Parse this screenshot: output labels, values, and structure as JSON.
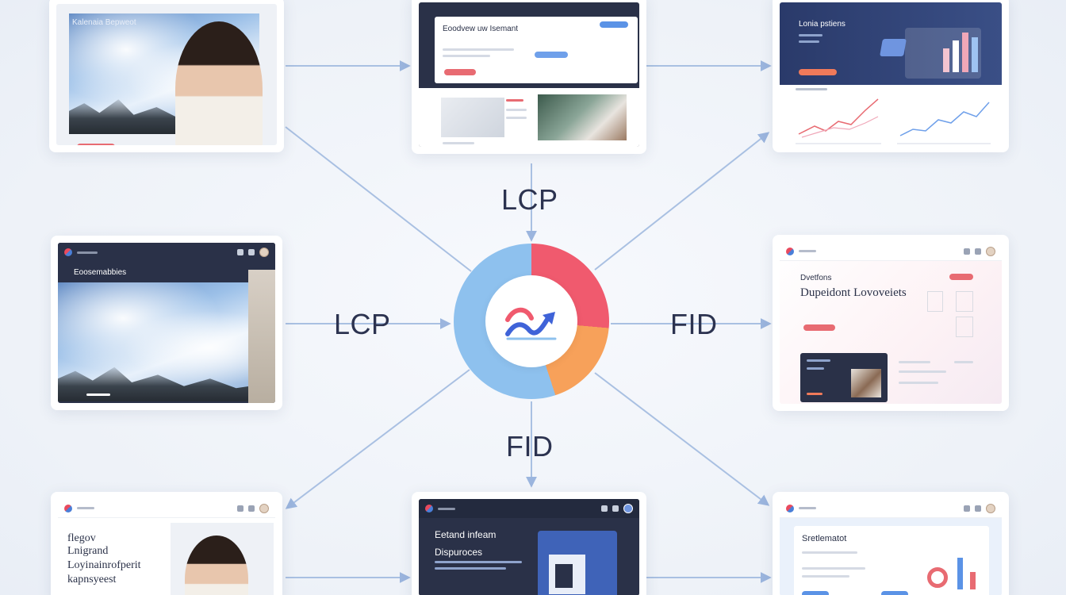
{
  "labels": {
    "lcp_top": "LCP",
    "lcp_left": "LCP",
    "fid_right": "FID",
    "fid_bottom": "FID"
  },
  "cards": {
    "top_left": {
      "heading": "Kalenaia Bepweot"
    },
    "top_center": {
      "heading": "Eoodvew uw Isemant"
    },
    "top_right": {
      "heading": "Lonia pstiens"
    },
    "middle_left": {
      "heading": "Eoosemabbies"
    },
    "middle_right": {
      "heading_small": "Dvetfons",
      "heading_big": "Dupeidont Lovoveiets"
    },
    "bottom_left": {
      "line1": "flegov",
      "line2": "Lnigrand",
      "line3": "Loyinainrofperit",
      "line4": "kapnsyeest"
    },
    "bottom_center": {
      "line1": "Eetand infeam",
      "line2": "Dispuroces"
    },
    "bottom_right": {
      "heading": "Sretlematot"
    }
  },
  "colors": {
    "arrow": "#9bb5de",
    "hub_red": "#f05a6e",
    "hub_orange": "#f7a15a",
    "hub_blue": "#8ec1ee",
    "navy": "#2a3148",
    "label": "#2c3350"
  },
  "icons": {
    "hub_logo": "trend-wave-icon"
  }
}
